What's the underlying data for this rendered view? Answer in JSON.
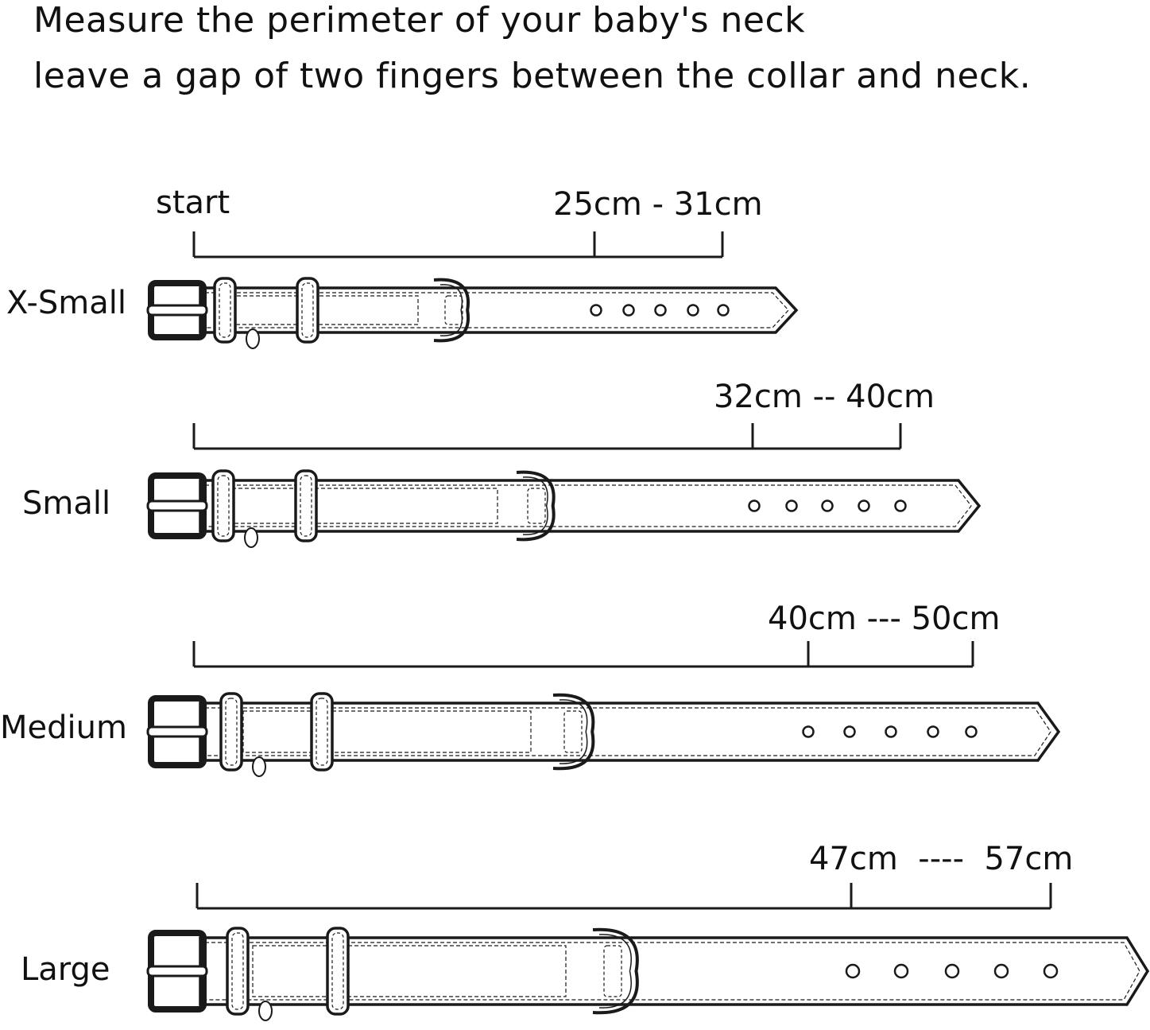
{
  "header": {
    "line1": "Measure the perimeter of your baby's neck",
    "line2": "leave a gap of two fingers between the collar and neck."
  },
  "start_label": "start",
  "sizes": [
    {
      "name": "X-Small",
      "range": "25cm - 31cm"
    },
    {
      "name": "Small",
      "range": "32cm -- 40cm"
    },
    {
      "name": "Medium",
      "range": "40cm --- 50cm"
    },
    {
      "name": "Large",
      "range": "47cm  ----  57cm"
    }
  ],
  "holes_per_collar": 5,
  "colors": {
    "stroke": "#1a1a1a",
    "background": "#ffffff"
  }
}
